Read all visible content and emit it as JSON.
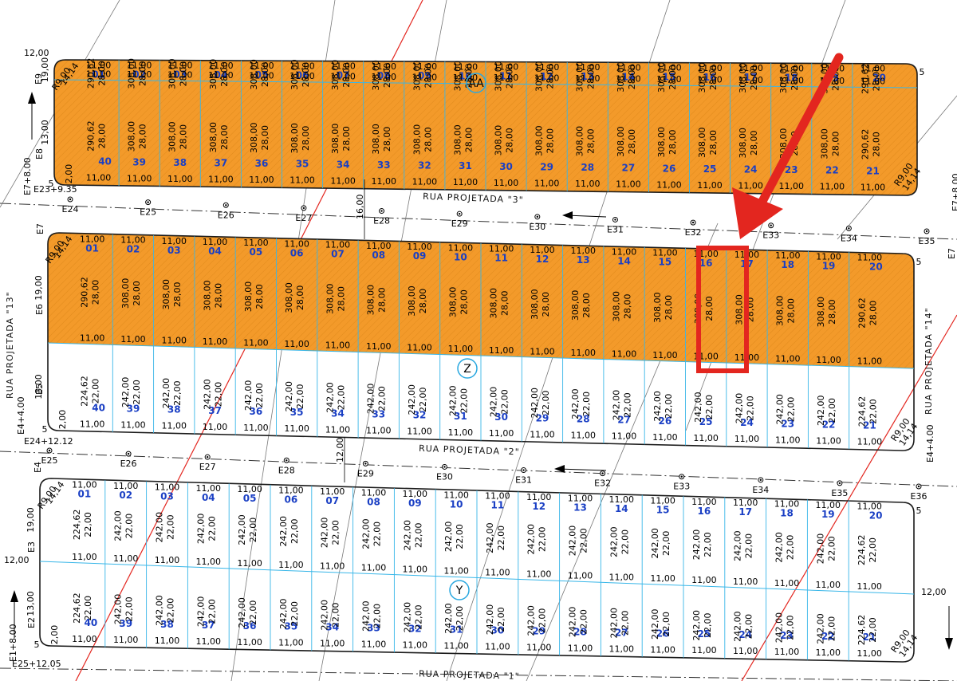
{
  "colors": {
    "highlighted_block": "#f39a2a",
    "lot_divider": "#38b6e8",
    "block_outline": "#1a1a1a",
    "lot_number": "#1a3fc4",
    "arrow": "#e3261f",
    "red_line": "#e3261f",
    "selection_box": "#e3261f"
  },
  "streets": {
    "rua_1": "RUA PROJETADA \"1\"",
    "rua_2": "RUA PROJETADA \"2\"",
    "rua_3": "RUA PROJETADA \"3\"",
    "rua_13": "RUA PROJETADA \"13\"",
    "rua_14": "RUA PROJETADA \"14\""
  },
  "stations": {
    "rua_3": [
      "E24",
      "E25",
      "E26",
      "E27",
      "E28",
      "E29",
      "E30",
      "E31",
      "E32",
      "E33",
      "E34",
      "E35"
    ],
    "rua_2": [
      "E25",
      "E26",
      "E27",
      "E28",
      "E29",
      "E30",
      "E31",
      "E32",
      "E33",
      "E34",
      "E35",
      "E36"
    ],
    "left": [
      "E9",
      "E8",
      "E7+8.00",
      "E23+9.35",
      "E7",
      "E6",
      "E5",
      "E4+4.00",
      "E24+12.12",
      "E4",
      "E3",
      "E2",
      "E1+8.00",
      "E25+12.05"
    ],
    "right": [
      "E7+8.00",
      "E7",
      "E4+4.00"
    ]
  },
  "blocks": {
    "AA": {
      "label": "AA",
      "highlighted": true,
      "top_lots": [
        "01",
        "02",
        "03",
        "04",
        "05",
        "06",
        "07",
        "08",
        "09",
        "10",
        "11",
        "12",
        "13",
        "14",
        "15",
        "16",
        "17",
        "18",
        "19",
        "20"
      ],
      "bottom_lots": [
        "40",
        "39",
        "38",
        "37",
        "36",
        "35",
        "34",
        "33",
        "32",
        "31",
        "30",
        "29",
        "28",
        "27",
        "26",
        "25",
        "24",
        "23",
        "22",
        "21"
      ]
    },
    "Z": {
      "label": "Z",
      "top_lots": [
        "01",
        "02",
        "03",
        "04",
        "05",
        "06",
        "07",
        "08",
        "09",
        "10",
        "11",
        "12",
        "13",
        "14",
        "15",
        "16",
        "17",
        "18",
        "19",
        "20"
      ],
      "bottom_lots": [
        "40",
        "39",
        "38",
        "37",
        "36",
        "35",
        "34",
        "33",
        "32",
        "31",
        "30",
        "29",
        "28",
        "27",
        "26",
        "25",
        "24",
        "23",
        "22",
        "21"
      ]
    },
    "Y": {
      "label": "Y",
      "top_lots": [
        "01",
        "02",
        "03",
        "04",
        "05",
        "06",
        "07",
        "08",
        "09",
        "10",
        "11",
        "12",
        "13",
        "14",
        "15",
        "16",
        "17",
        "18",
        "19",
        "20"
      ],
      "bottom_lots": [
        "40",
        "39",
        "38",
        "37",
        "36",
        "35",
        "34",
        "33",
        "32",
        "31",
        "30",
        "29",
        "28",
        "27",
        "26",
        "25",
        "24",
        "23",
        "22",
        "21"
      ]
    }
  },
  "dimensions": {
    "lot_width": "11,00",
    "lot_area_orange": "308,00",
    "lot_depth_orange": "28,00",
    "lot_area_white": "242,00",
    "lot_depth_white": "22,00",
    "corner_area_white": "224,62",
    "corner_area_orange": "290,62",
    "corner_radius": "R9,00",
    "chord": "14,14",
    "street_width": "12,00",
    "offset_16": "16,00",
    "edge_19": "19,00",
    "edge_13": "13,00",
    "edge_2": "2,00",
    "edge_5": "5"
  },
  "highlight": {
    "block": "Z",
    "lot": "16",
    "area": "308,00",
    "depth": "28,00",
    "width": "11,00"
  }
}
